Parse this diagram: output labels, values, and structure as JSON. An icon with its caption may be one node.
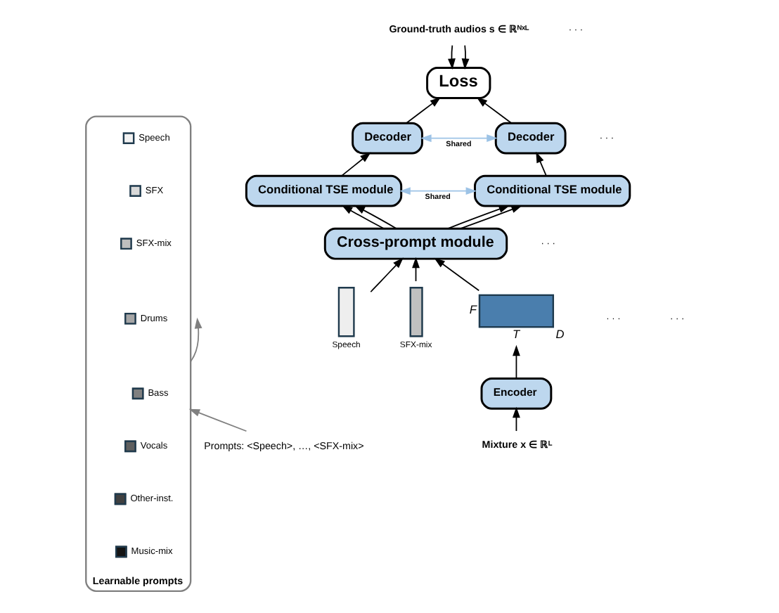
{
  "diagram": {
    "nodes": [
      {
        "text": [
          "Learnable prompts"
        ]
      },
      {
        "text": [
          "Speech"
        ],
        "in": 0
      },
      {
        "text": [
          "SFX"
        ],
        "in": 0
      },
      {
        "text": [
          "SFX-mix"
        ],
        "in": 0
      },
      {
        "text": [
          "Drums"
        ],
        "in": 0
      },
      {
        "text": [
          "Bass"
        ],
        "in": 0
      },
      {
        "text": [
          "Vocals"
        ],
        "in": 0
      },
      {
        "text": [
          "Other-inst."
        ],
        "in": 0
      },
      {
        "text": [
          "Music-mix"
        ],
        "in": 0
      },
      {
        "text": [
          "Loss"
        ]
      },
      {
        "text": [
          "Decoder"
        ]
      },
      {
        "text": [
          "Decoder"
        ]
      },
      {
        "text": [
          "Conditional TSE module"
        ]
      },
      {
        "text": [
          "Conditional TSE module"
        ]
      },
      {
        "text": [
          "Cross-prompt module"
        ]
      },
      {
        "text": [],
        "shape": "box",
        "beside": [
          "Speech"
        ]
      },
      {
        "text": [],
        "shape": "box",
        "beside": [
          "SFX-mix"
        ]
      },
      {
        "text": [],
        "shape": "box",
        "beside": [
          "F",
          "T",
          "D"
        ]
      },
      {
        "text": [
          "Encoder"
        ]
      },
      {
        "text": [
          "Mixture x ∈ ℝᴸ"
        ]
      },
      {
        "text": [
          "Ground-truth audios s ∈ ℝᴺˣᴸ"
        ]
      },
      {
        "text": [
          "Prompts: <Speech>, …, <SFX-mix>"
        ]
      }
    ],
    "edges": [
      {
        "from": 20,
        "to": 9,
        "arrow": "to"
      },
      {
        "from": 20,
        "to": 9,
        "arrow": "to"
      },
      {
        "from": 10,
        "to": 9,
        "arrow": "to"
      },
      {
        "from": 11,
        "to": 9,
        "arrow": "to"
      },
      {
        "from": 10,
        "to": 11,
        "arrow": "both",
        "label": "Shared",
        "color": "#9dc3e6"
      },
      {
        "from": 12,
        "to": 10,
        "arrow": "to"
      },
      {
        "from": 13,
        "to": 11,
        "arrow": "to"
      },
      {
        "from": 12,
        "to": 13,
        "arrow": "both",
        "label": "Shared",
        "color": "#9dc3e6"
      },
      {
        "from": 14,
        "to": 12,
        "arrow": "to"
      },
      {
        "from": 14,
        "to": 12,
        "arrow": "to"
      },
      {
        "from": 14,
        "to": 13,
        "arrow": "to"
      },
      {
        "from": 14,
        "to": 13,
        "arrow": "to"
      },
      {
        "from": 15,
        "to": 14,
        "arrow": "to"
      },
      {
        "from": 16,
        "to": 14,
        "arrow": "to"
      },
      {
        "from": 17,
        "to": 14,
        "arrow": "to"
      },
      {
        "from": 18,
        "to": 17,
        "arrow": "to"
      },
      {
        "from": 19,
        "to": 18,
        "arrow": "to"
      },
      {
        "from": 0,
        "to": null,
        "arrow": "to",
        "color": "#808080"
      },
      {
        "from": 21,
        "to": 0,
        "arrow": "to",
        "color": "#808080"
      }
    ],
    "labels": [
      "· · ·",
      "· · ·",
      "· · ·",
      "· · ·",
      "· · ·"
    ]
  }
}
